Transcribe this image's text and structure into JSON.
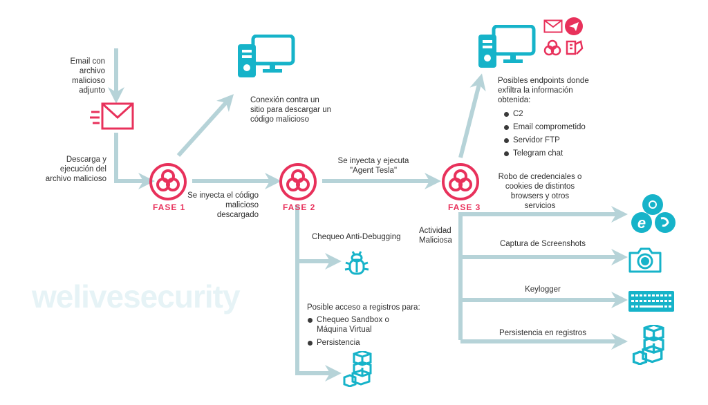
{
  "colors": {
    "accent_red": "#e8315b",
    "accent_teal": "#16b3c9",
    "arrow": "#b6d3d8",
    "text": "#2f2f2f"
  },
  "watermark": "welivesecurity",
  "left": {
    "email_label": "Email con archivo malicioso adjunto",
    "download_label": "Descarga y ejecución del archivo malicioso"
  },
  "phases": [
    {
      "label": "FASE 1"
    },
    {
      "label": "FASE 2"
    },
    {
      "label": "FASE 3"
    }
  ],
  "connection_label": "Conexión contra un sitio para descargar un código malicioso",
  "inject_label": "Se inyecta el código malicioso descargado",
  "agent_tesla_label": "Se inyecta y ejecuta \"Agent Tesla\"",
  "fase2": {
    "anti_debug_label": "Chequeo Anti-Debugging",
    "registry_title": "Posible acceso a registros para:",
    "registry_items": [
      "Chequeo Sandbox o Máquina Virtual",
      "Persistencia"
    ]
  },
  "exfil": {
    "title": "Posibles endpoints donde exfiltra la información obtenida:",
    "items": [
      "C2",
      "Email comprometido",
      "Servidor FTP",
      "Telegram chat"
    ]
  },
  "fase3": {
    "activity_label": "Actividad Maliciosa",
    "branches": [
      {
        "label": "Robo de credenciales o cookies de distintos browsers y otros servicios",
        "icon": "browsers-icon"
      },
      {
        "label": "Captura de Screenshots",
        "icon": "camera-icon"
      },
      {
        "label": "Keylogger",
        "icon": "keyboard-icon"
      },
      {
        "label": "Persistencia en registros",
        "icon": "registry-cubes-icon"
      }
    ]
  }
}
